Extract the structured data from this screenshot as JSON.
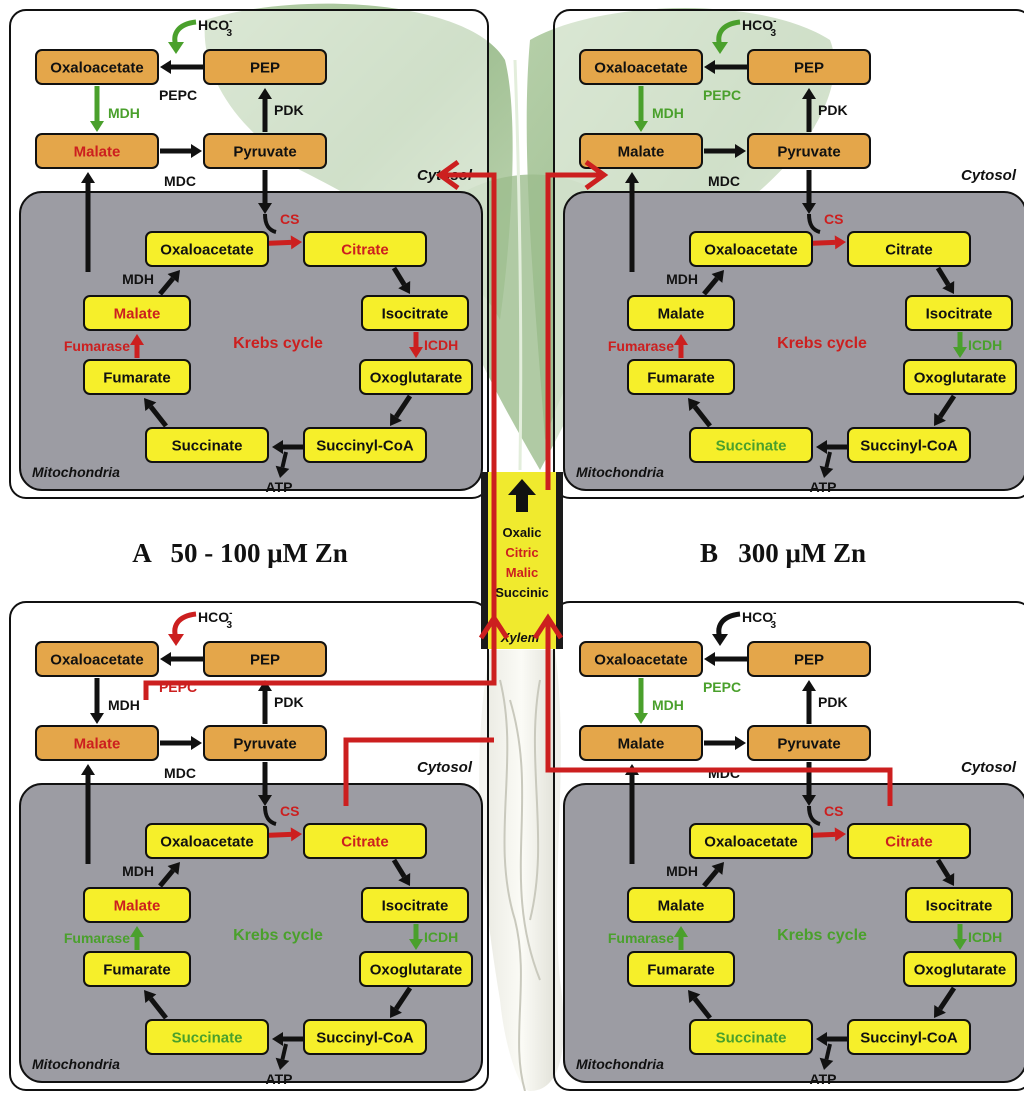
{
  "colors": {
    "red": "#cc1f1f",
    "green": "#4aa02c",
    "black": "#111111",
    "cytosol_box": "#e4a64a",
    "mito_box": "#f6ef2a",
    "mito_bg": "#9c9ca3",
    "xylem": "#f0ea2e"
  },
  "xylem": {
    "label": "Xylem",
    "acids": [
      {
        "text": "Oxalic",
        "color": "black"
      },
      {
        "text": "Citric",
        "color": "red"
      },
      {
        "text": "Malic",
        "color": "red"
      },
      {
        "text": "Succinic",
        "color": "black"
      }
    ]
  },
  "section_labels": {
    "A": "A   50 - 100 μM Zn",
    "B": "B   300 μM Zn"
  },
  "panels": [
    {
      "id": "top-left",
      "cytosol_label": "Cytosol",
      "mito_label": "Mitochondria",
      "krebs": {
        "text": "Krebs cycle",
        "color": "red"
      },
      "hco3": {
        "text": "HCO",
        "sub": "3",
        "sup": "-",
        "arrow_color": "green"
      },
      "boxes": {
        "oaa_cyto": {
          "text": "Oxaloacetate",
          "color": "black"
        },
        "pep": {
          "text": "PEP",
          "color": "black"
        },
        "malate_cyto": {
          "text": "Malate",
          "color": "red"
        },
        "pyruvate": {
          "text": "Pyruvate",
          "color": "black"
        },
        "oaa_mito": {
          "text": "Oxaloacetate",
          "color": "black"
        },
        "citrate": {
          "text": "Citrate",
          "color": "red"
        },
        "isocitrate": {
          "text": "Isocitrate",
          "color": "black"
        },
        "oxoglutarate": {
          "text": "Oxoglutarate",
          "color": "black"
        },
        "succinylcoa": {
          "text": "Succinyl-CoA",
          "color": "black"
        },
        "succinate": {
          "text": "Succinate",
          "color": "black"
        },
        "fumarate": {
          "text": "Fumarate",
          "color": "black"
        },
        "malate_mito": {
          "text": "Malate",
          "color": "red"
        }
      },
      "enzymes": {
        "pepc": {
          "text": "PEPC",
          "color": "black"
        },
        "pdk": {
          "text": "PDK",
          "color": "black"
        },
        "mdh_cyto": {
          "text": "MDH",
          "color": "green"
        },
        "mdc": {
          "text": "MDC",
          "color": "black"
        },
        "cs": {
          "text": "CS",
          "color": "red"
        },
        "mdh_mito": {
          "text": "MDH",
          "color": "black"
        },
        "icdh": {
          "text": "ICDH",
          "color": "red"
        },
        "fumarase": {
          "text": "Fumarase",
          "color": "red"
        },
        "atp": {
          "text": "ATP",
          "color": "black"
        }
      }
    },
    {
      "id": "top-right",
      "cytosol_label": "Cytosol",
      "mito_label": "Mitochondria",
      "krebs": {
        "text": "Krebs cycle",
        "color": "red"
      },
      "hco3": {
        "text": "HCO",
        "sub": "3",
        "sup": "-",
        "arrow_color": "green"
      },
      "boxes": {
        "oaa_cyto": {
          "text": "Oxaloacetate",
          "color": "black"
        },
        "pep": {
          "text": "PEP",
          "color": "black"
        },
        "malate_cyto": {
          "text": "Malate",
          "color": "black"
        },
        "pyruvate": {
          "text": "Pyruvate",
          "color": "black"
        },
        "oaa_mito": {
          "text": "Oxaloacetate",
          "color": "black"
        },
        "citrate": {
          "text": "Citrate",
          "color": "black"
        },
        "isocitrate": {
          "text": "Isocitrate",
          "color": "black"
        },
        "oxoglutarate": {
          "text": "Oxoglutarate",
          "color": "black"
        },
        "succinylcoa": {
          "text": "Succinyl-CoA",
          "color": "black"
        },
        "succinate": {
          "text": "Succinate",
          "color": "green"
        },
        "fumarate": {
          "text": "Fumarate",
          "color": "black"
        },
        "malate_mito": {
          "text": "Malate",
          "color": "black"
        }
      },
      "enzymes": {
        "pepc": {
          "text": "PEPC",
          "color": "green"
        },
        "pdk": {
          "text": "PDK",
          "color": "black"
        },
        "mdh_cyto": {
          "text": "MDH",
          "color": "green"
        },
        "mdc": {
          "text": "MDC",
          "color": "black"
        },
        "cs": {
          "text": "CS",
          "color": "red"
        },
        "mdh_mito": {
          "text": "MDH",
          "color": "black"
        },
        "icdh": {
          "text": "ICDH",
          "color": "green"
        },
        "fumarase": {
          "text": "Fumarase",
          "color": "red"
        },
        "atp": {
          "text": "ATP",
          "color": "black"
        }
      }
    },
    {
      "id": "bottom-left",
      "cytosol_label": "Cytosol",
      "mito_label": "Mitochondria",
      "krebs": {
        "text": "Krebs cycle",
        "color": "green"
      },
      "hco3": {
        "text": "HCO",
        "sub": "3",
        "sup": "-",
        "arrow_color": "red"
      },
      "boxes": {
        "oaa_cyto": {
          "text": "Oxaloacetate",
          "color": "black"
        },
        "pep": {
          "text": "PEP",
          "color": "black"
        },
        "malate_cyto": {
          "text": "Malate",
          "color": "red"
        },
        "pyruvate": {
          "text": "Pyruvate",
          "color": "black"
        },
        "oaa_mito": {
          "text": "Oxaloacetate",
          "color": "black"
        },
        "citrate": {
          "text": "Citrate",
          "color": "red"
        },
        "isocitrate": {
          "text": "Isocitrate",
          "color": "black"
        },
        "oxoglutarate": {
          "text": "Oxoglutarate",
          "color": "black"
        },
        "succinylcoa": {
          "text": "Succinyl-CoA",
          "color": "black"
        },
        "succinate": {
          "text": "Succinate",
          "color": "green"
        },
        "fumarate": {
          "text": "Fumarate",
          "color": "black"
        },
        "malate_mito": {
          "text": "Malate",
          "color": "red"
        }
      },
      "enzymes": {
        "pepc": {
          "text": "PEPC",
          "color": "red"
        },
        "pdk": {
          "text": "PDK",
          "color": "black"
        },
        "mdh_cyto": {
          "text": "MDH",
          "color": "black"
        },
        "mdc": {
          "text": "MDC",
          "color": "black"
        },
        "cs": {
          "text": "CS",
          "color": "red"
        },
        "mdh_mito": {
          "text": "MDH",
          "color": "black"
        },
        "icdh": {
          "text": "ICDH",
          "color": "green"
        },
        "fumarase": {
          "text": "Fumarase",
          "color": "green"
        },
        "atp": {
          "text": "ATP",
          "color": "black"
        }
      }
    },
    {
      "id": "bottom-right",
      "cytosol_label": "Cytosol",
      "mito_label": "Mitochondria",
      "krebs": {
        "text": "Krebs cycle",
        "color": "green"
      },
      "hco3": {
        "text": "HCO",
        "sub": "3",
        "sup": "-",
        "arrow_color": "black"
      },
      "boxes": {
        "oaa_cyto": {
          "text": "Oxaloacetate",
          "color": "black"
        },
        "pep": {
          "text": "PEP",
          "color": "black"
        },
        "malate_cyto": {
          "text": "Malate",
          "color": "black"
        },
        "pyruvate": {
          "text": "Pyruvate",
          "color": "black"
        },
        "oaa_mito": {
          "text": "Oxaloacetate",
          "color": "black"
        },
        "citrate": {
          "text": "Citrate",
          "color": "red"
        },
        "isocitrate": {
          "text": "Isocitrate",
          "color": "black"
        },
        "oxoglutarate": {
          "text": "Oxoglutarate",
          "color": "black"
        },
        "succinylcoa": {
          "text": "Succinyl-CoA",
          "color": "black"
        },
        "succinate": {
          "text": "Succinate",
          "color": "green"
        },
        "fumarate": {
          "text": "Fumarate",
          "color": "black"
        },
        "malate_mito": {
          "text": "Malate",
          "color": "black"
        }
      },
      "enzymes": {
        "pepc": {
          "text": "PEPC",
          "color": "green"
        },
        "pdk": {
          "text": "PDK",
          "color": "black"
        },
        "mdh_cyto": {
          "text": "MDH",
          "color": "green"
        },
        "mdc": {
          "text": "MDC",
          "color": "black"
        },
        "cs": {
          "text": "CS",
          "color": "red"
        },
        "mdh_mito": {
          "text": "MDH",
          "color": "black"
        },
        "icdh": {
          "text": "ICDH",
          "color": "green"
        },
        "fumarase": {
          "text": "Fumarase",
          "color": "green"
        },
        "atp": {
          "text": "ATP",
          "color": "black"
        }
      }
    }
  ]
}
